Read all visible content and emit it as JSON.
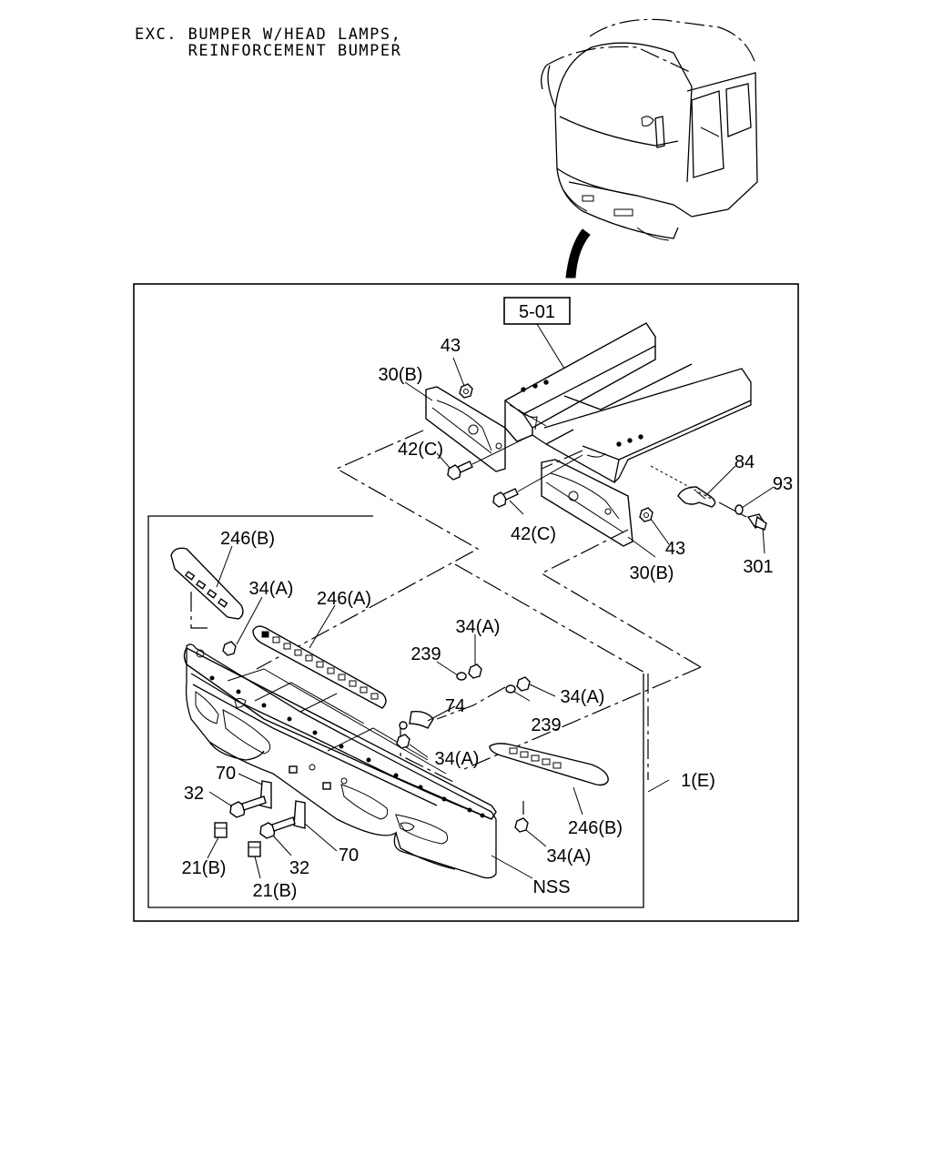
{
  "header": {
    "line1": "EXC. BUMPER W/HEAD LAMPS,",
    "line2": "     REINFORCEMENT BUMPER"
  },
  "ref_box": "5-01",
  "callouts": {
    "c43_top": "43",
    "c30b_top": "30(B)",
    "c42c_top": "42(C)",
    "c42c_bot": "42(C)",
    "c43_bot": "43",
    "c30b_bot": "30(B)",
    "c84": "84",
    "c93": "93",
    "c301": "301",
    "c246b_left": "246(B)",
    "c34a_left": "34(A)",
    "c246a": "246(A)",
    "c34a_mid": "34(A)",
    "c239_left": "239",
    "c74": "74",
    "c34a_right": "34(A)",
    "c239_right": "239",
    "c34a_center": "34(A)",
    "c1e": "1(E)",
    "c70_top": "70",
    "c32_left": "32",
    "c246b_right": "246(B)",
    "c34a_bottom": "34(A)",
    "c21b_left": "21(B)",
    "c32_bottom": "32",
    "c70_bottom": "70",
    "c21b_bottom": "21(B)",
    "nss": "NSS"
  }
}
